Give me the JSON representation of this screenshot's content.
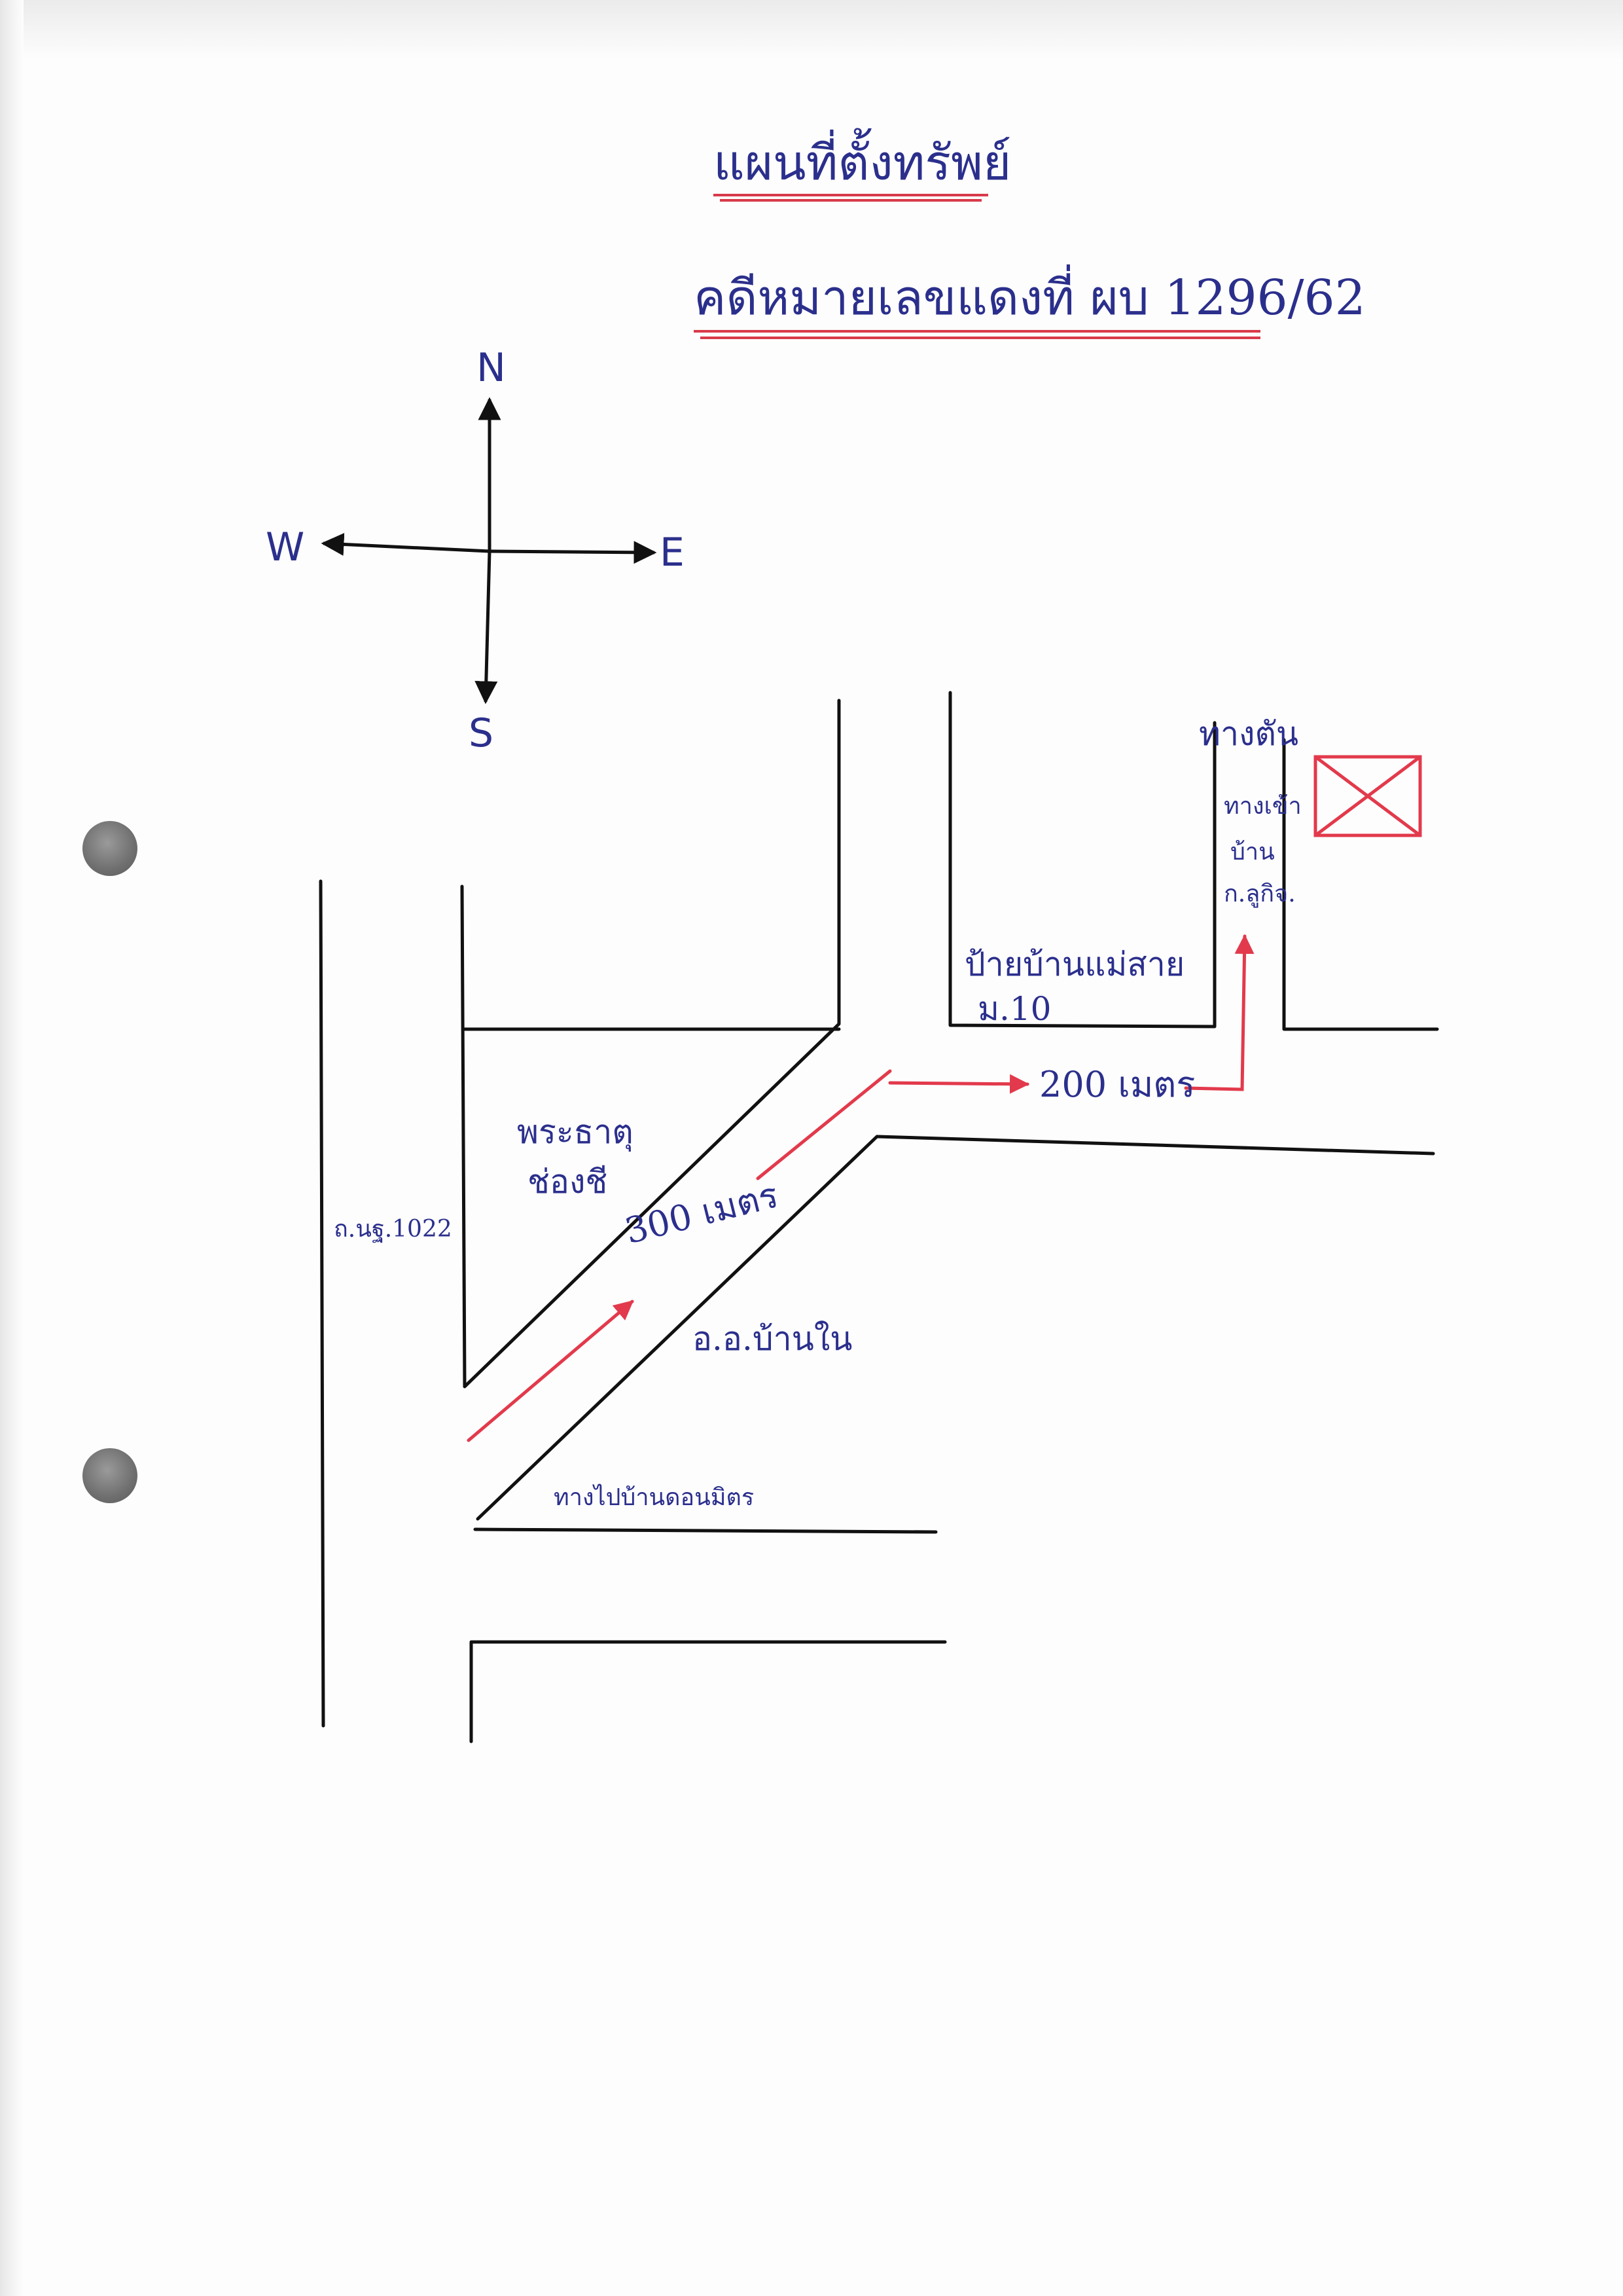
{
  "map": {
    "title": "แผนที่ตั้งทรัพย์",
    "subtitle": "คดีหมายเลขแดงที่ ผบ 1296/62",
    "compass": {
      "north": "N",
      "south": "S",
      "east": "E",
      "west": "W"
    },
    "labels": {
      "road_left": "ถ.นฐ.1022",
      "temple": "พระธาตุ",
      "temple_line2": "ช่องชี",
      "district": "อ.อ.บ้านใน",
      "road_to_village": "ทางไปบ้านดอนมิตร",
      "village_sign": "ป้ายบ้านแม่สาย",
      "village_sign_line2": "ม.10",
      "dead_end": "ทางตัน",
      "entry_road": "ทางเข้า",
      "entry_road_line2": "บ้าน",
      "entry_road_line3": "ก.ลูกิจ.",
      "distance_diagonal": "300 เมตร",
      "distance_east": "200 เมตร"
    },
    "colors": {
      "ink": "#111111",
      "route": "#e23a4c",
      "text": "#2b2f8c"
    },
    "property_marker_icon": "boxed-x"
  }
}
